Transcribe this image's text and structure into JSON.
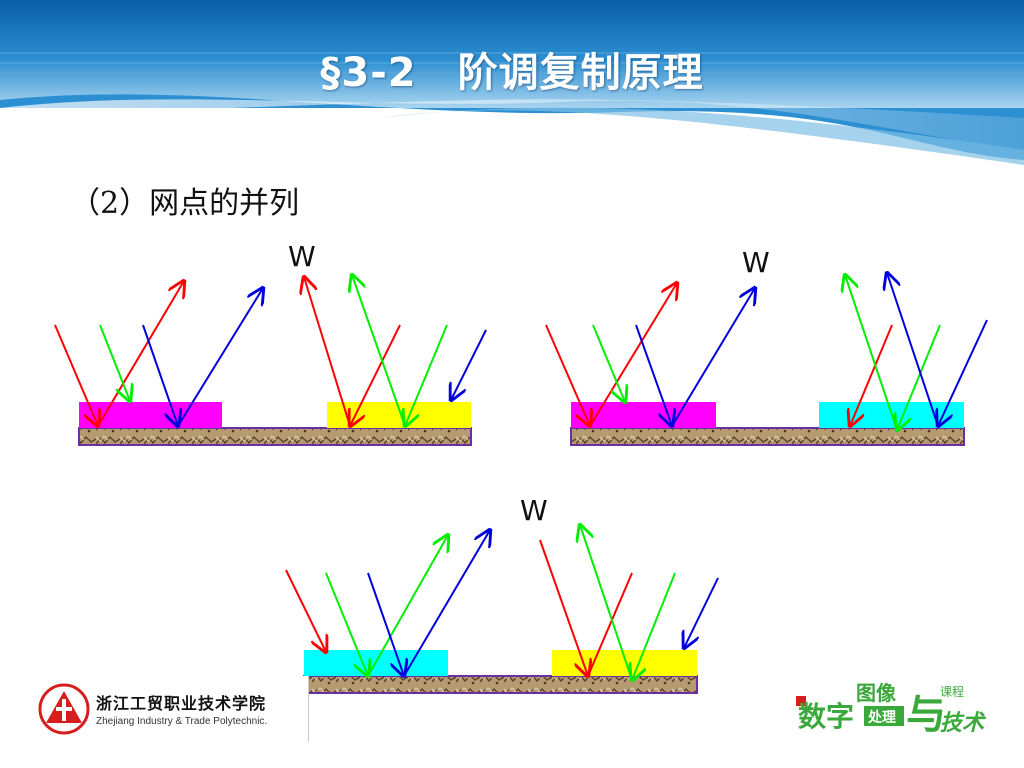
{
  "slide": {
    "title": "§3-2　阶调复制原理",
    "subtitle": "（2）网点的并列"
  },
  "colors": {
    "header_blue": "#1a7fc4",
    "red_light": "#ff0000",
    "green_light": "#00ee00",
    "blue_light": "#0000dd",
    "magenta_ink": "#ff00ff",
    "yellow_ink": "#ffff00",
    "cyan_ink": "#00ffff",
    "paper_texture": "#b59a72",
    "substrate_border": "#6a2fa0",
    "brand_green": "#3aa83a"
  },
  "diagrams": [
    {
      "id": "magenta-yellow",
      "label": "W",
      "left_dot": "magenta",
      "right_dot": "yellow"
    },
    {
      "id": "magenta-cyan",
      "label": "W",
      "left_dot": "magenta",
      "right_dot": "cyan"
    },
    {
      "id": "cyan-yellow",
      "label": "W",
      "left_dot": "cyan",
      "right_dot": "yellow"
    }
  ],
  "footer": {
    "school_name_zh": "浙江工贸职业技术学院",
    "school_name_en": "Zhejiang Industry & Trade Polytechnic.",
    "course_logo": {
      "text_1": "数字",
      "text_2": "图像",
      "text_3": "处理",
      "text_4": "与",
      "text_5": "技术",
      "text_6": "课程"
    }
  }
}
